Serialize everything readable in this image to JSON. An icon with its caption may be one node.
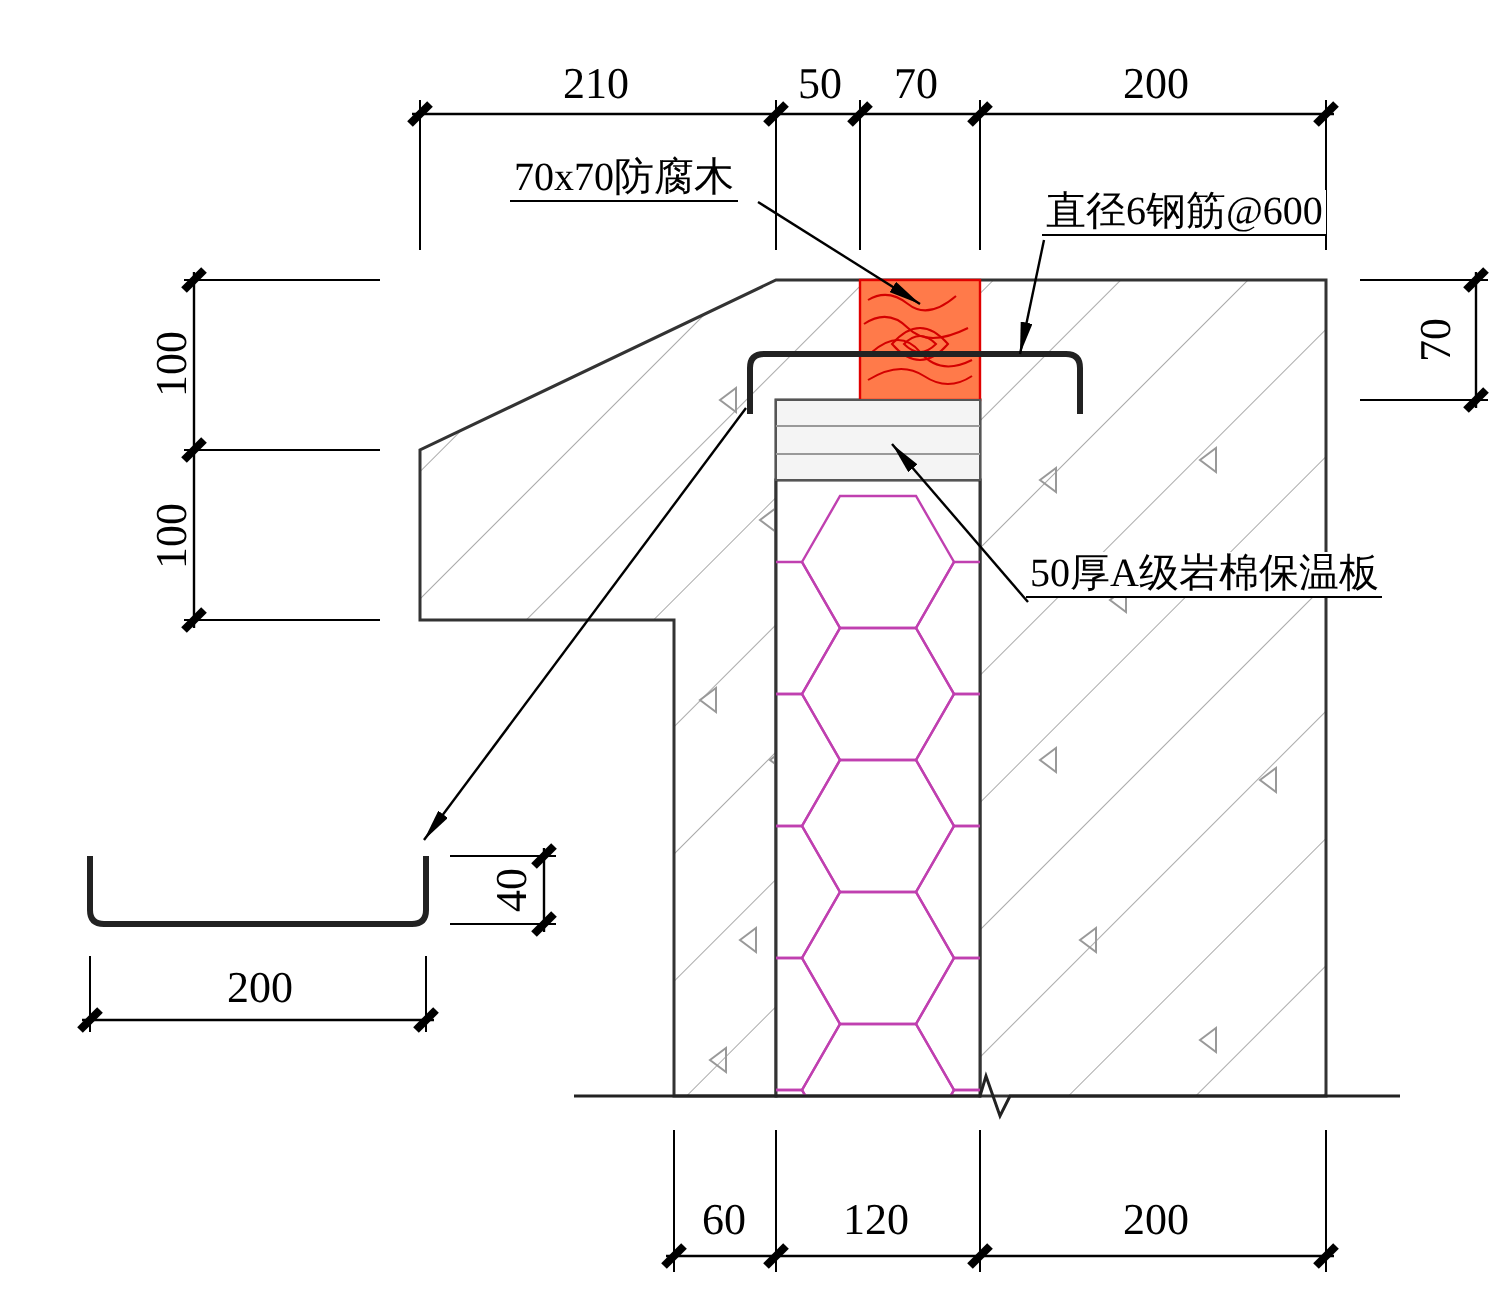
{
  "diagram": {
    "nodes": [
      {
        "text": [
          "70x70防腐木"
        ]
      },
      {
        "text": [],
        "shape": "box"
      },
      {
        "text": [
          "直径6钢筋@600"
        ]
      },
      {
        "text": [],
        "shape": "bar"
      },
      {
        "text": [
          "50厚A级岩棉保温板"
        ]
      },
      {
        "text": [],
        "shape": "box"
      },
      {
        "text": [],
        "shape": "bar"
      }
    ],
    "edges": [
      {
        "from": 0,
        "to": 1,
        "arrow": "to"
      },
      {
        "from": 2,
        "to": 3,
        "arrow": "to"
      },
      {
        "from": 4,
        "to": 5,
        "arrow": "to"
      },
      {
        "from": 3,
        "to": 6,
        "arrow": "to"
      }
    ],
    "labels": [
      "210",
      "50",
      "70",
      "200",
      "70",
      "100",
      "100",
      "40",
      "200",
      "60",
      "120",
      "200"
    ]
  }
}
